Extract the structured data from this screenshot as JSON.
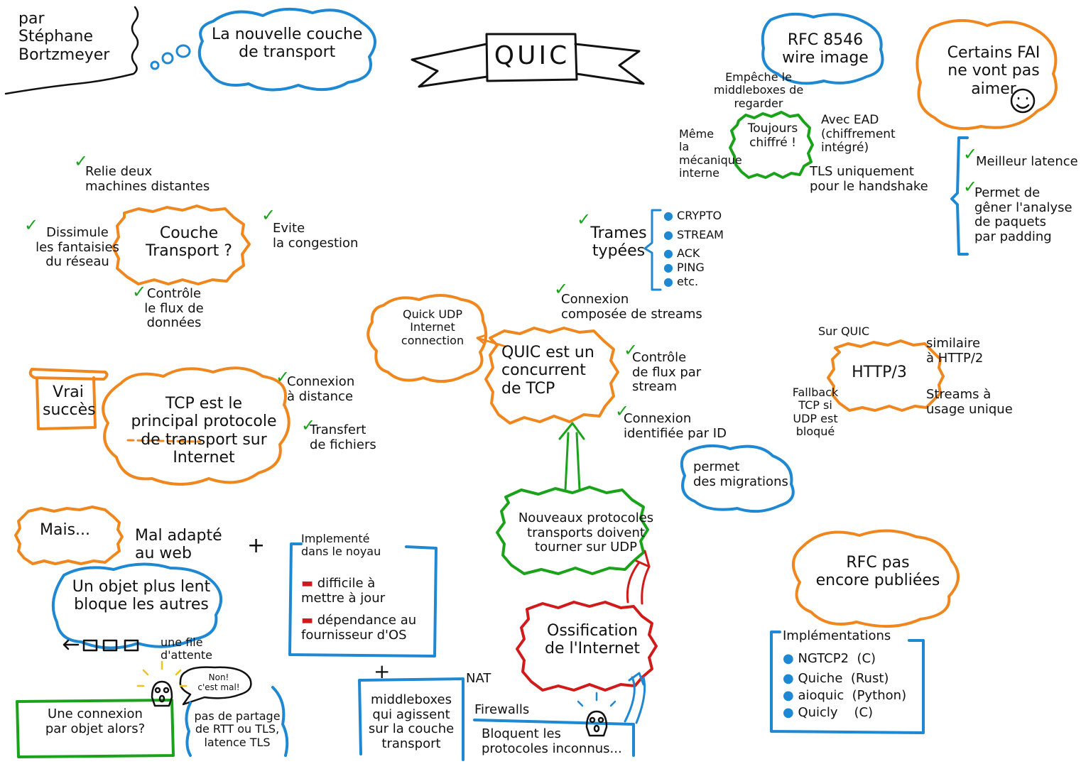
{
  "title": "QUIC",
  "author": "par\nStéphane\nBortzmeyer",
  "subtitle": "La nouvelle couche\nde transport",
  "colors": {
    "orange": "#f0871e",
    "blue": "#1e88d2",
    "green": "#1aa31a",
    "red": "#d11a1a",
    "ink": "#111111"
  },
  "check_icon": "✓",
  "transport": {
    "center": "Couche\nTransport ?",
    "items": [
      "Relie deux\nmachines distantes",
      "Dissimule\nles fantaisies\ndu réseau",
      "Evite\nla congestion",
      "Contrôle\nle flux de\ndonnées"
    ]
  },
  "tcp": {
    "main": "TCP est le\nprincipal protocole\nde transport sur\nInternet",
    "success": "Vrai\nsuccès",
    "items": [
      "Connexion\nà distance",
      "Transfert\nde fichiers"
    ]
  },
  "mais": {
    "label": "Mais...",
    "mal_adapte": "Mal adapté\nau web",
    "plus1": "+",
    "plus2": "+",
    "objet_lent": "Un objet plus lent\nbloque les autres",
    "file_attente": "une file\nd'attente",
    "connexion_par_objet": "Une connexion\npar objet alors?",
    "non_cest_mal": "Non!\nc'est mal!",
    "pas_de_partage": "pas de partage\nde RTT ou TLS,\nlatence TLS"
  },
  "noyau": {
    "title": "Implementé\ndans le noyau",
    "items": [
      "difficile à\nmettre à jour",
      "dépendance au\nfournisseur d'OS"
    ]
  },
  "middleboxes": {
    "box": "middleboxes\nqui agissent\nsur la couche\ntransport",
    "nat": "NAT",
    "firewalls": "Firewalls",
    "bloquent": "Bloquent les\nprotocoles inconnus..."
  },
  "ossification": "Ossification\nde l'Internet",
  "nouveaux": "Nouveaux protocoles\ntransports doivent\ntourner sur UDP",
  "quic_center": "QUIC est un\nconcurrent\nde TCP",
  "quick_udp": "Quick UDP\nInternet\nconnection",
  "quic_features": [
    "Connexion\ncomposée de streams",
    "Contrôle\nde flux par\nstream",
    "Connexion\nidentifiée par ID"
  ],
  "migrations": "permet\ndes migrations",
  "trames": {
    "label": "Trames\ntypées",
    "items": [
      "CRYPTO",
      "STREAM",
      "ACK",
      "PING",
      "etc."
    ]
  },
  "chiffre": {
    "center": "Toujours\nchiffré !",
    "rfc": "RFC 8546\nwire image",
    "empeche": "Empêche le\nmiddleboxes de\nregarder",
    "meme": "Même\nla\nmécanique\ninterne",
    "aead": "Avec EAD\n(chiffrement\nintégré)",
    "tls": "TLS uniquement\npour le handshake"
  },
  "fai": "Certains FAI\nne vont pas\naimer",
  "fai_items": [
    "Meilleur latence",
    "Permet de\ngêner l'analyse\nde paquets\npar padding"
  ],
  "http3": {
    "center": "HTTP/3",
    "sur_quic": "Sur QUIC",
    "similaire": "similaire\nà HTTP/2",
    "fallback": "Fallback\nTCP si\nUDP est\nbloqué",
    "streams": "Streams à\nusage unique"
  },
  "rfc_pas": "RFC pas\nencore publiées",
  "implementations": {
    "title": "Implémentations",
    "items": [
      "NGTCP2  (C)",
      "Quiche  (Rust)",
      "aioquic  (Python)",
      "Quicly    (C)"
    ]
  }
}
